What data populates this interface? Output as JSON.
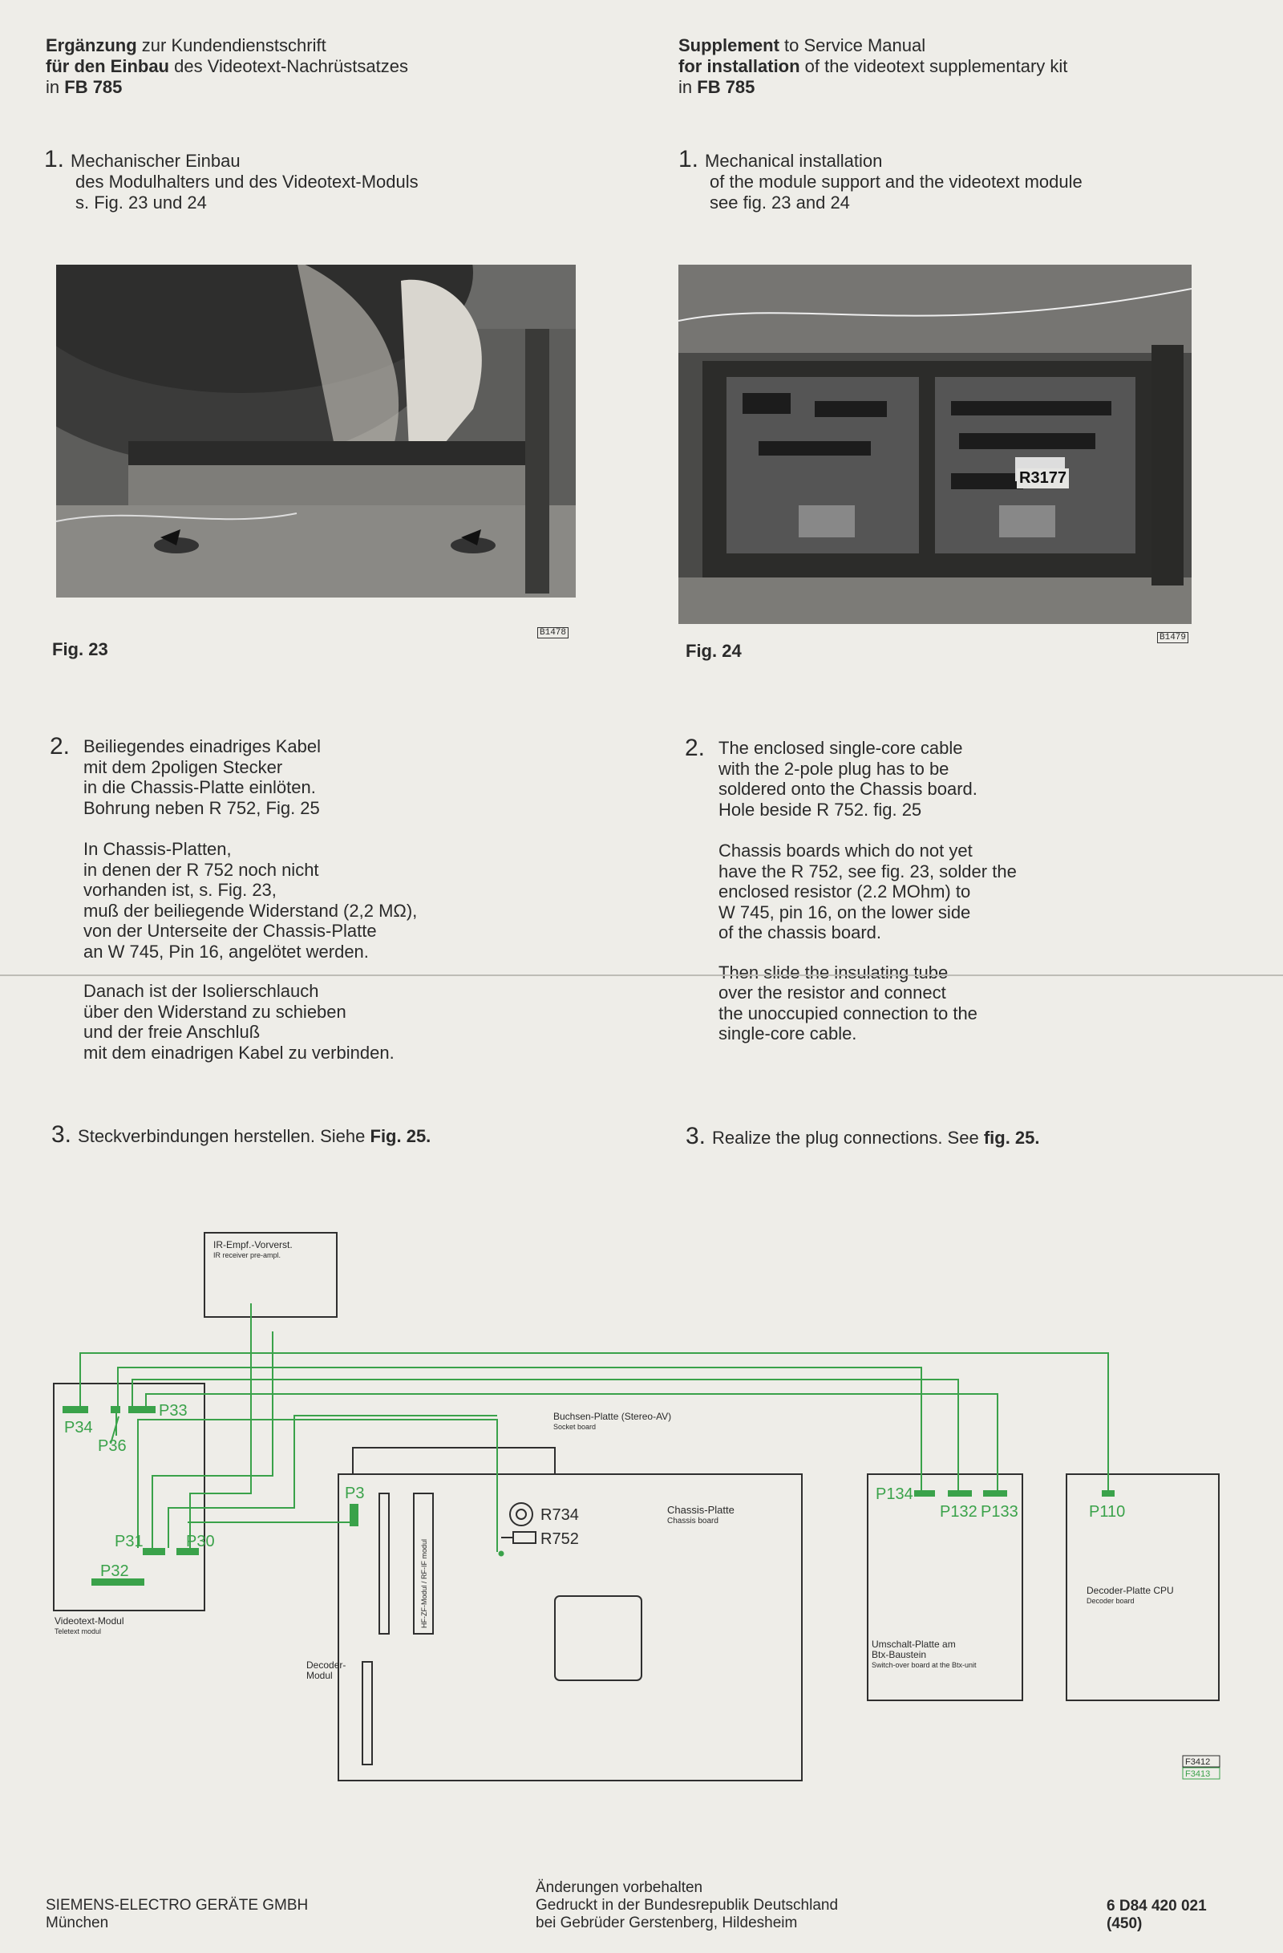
{
  "header_de": {
    "line1_bold": "Ergänzung",
    "line1_rest": " zur Kundendienstschrift",
    "line2_bold": "für den Einbau",
    "line2_rest": " des Videotext-Nachrüstsatzes",
    "line3_pre": "in ",
    "line3_bold": "FB 785"
  },
  "header_en": {
    "line1_bold": "Supplement",
    "line1_rest": " to Service Manual",
    "line2_bold": "for installation",
    "line2_rest": " of the videotext supplementary kit",
    "line3_pre": "in ",
    "line3_bold": "FB 785"
  },
  "section1_de": {
    "num": "1.",
    "line1": "Mechanischer Einbau",
    "line2": "des Modulhalters und des Videotext-Moduls",
    "line3": "s. Fig. 23 und 24"
  },
  "section1_en": {
    "num": "1.",
    "line1": "Mechanical installation",
    "line2": "of the module support and the videotext module",
    "line3": "see fig. 23 and 24"
  },
  "fig23": {
    "caption": "Fig. 23",
    "code": "B1478"
  },
  "fig24": {
    "caption": "Fig. 24",
    "code": "B1479",
    "label": "R3177"
  },
  "section2_de": {
    "num": "2.",
    "p1": [
      "Beiliegendes einadriges Kabel",
      "mit dem 2poligen Stecker",
      "in die Chassis-Platte einlöten.",
      "Bohrung neben R 752, Fig. 25"
    ],
    "p2": [
      "In Chassis-Platten,",
      "in denen der R 752 noch nicht",
      "vorhanden ist, s. Fig. 23,",
      "muß der beiliegende Widerstand (2,2 MΩ),",
      "von der Unterseite der Chassis-Platte",
      "an W 745, Pin 16, angelötet werden."
    ],
    "p3": [
      "Danach ist der Isolierschlauch",
      "über den Widerstand zu schieben",
      "und der freie Anschluß",
      "mit dem einadrigen Kabel zu verbinden."
    ]
  },
  "section2_en": {
    "num": "2.",
    "p1": [
      "The enclosed single-core cable",
      "with the 2-pole plug has to be",
      "soldered onto the Chassis board.",
      "Hole beside R 752. fig. 25"
    ],
    "p2": [
      "Chassis boards which do not yet",
      "have the R 752, see fig. 23, solder the",
      "enclosed resistor (2.2 MOhm) to",
      "W 745, pin 16, on the lower side",
      "of the chassis board."
    ],
    "p3": [
      "Then slide the insulating tube",
      "over the resistor and connect",
      "the unoccupied connection to the",
      "single-core cable."
    ]
  },
  "section3_de": {
    "num": "3.",
    "text": "Steckverbindungen herstellen. Siehe ",
    "bold": "Fig. 25."
  },
  "section3_en": {
    "num": "3.",
    "text": "Realize the plug connections. See ",
    "bold": "fig. 25."
  },
  "diagram": {
    "ir_box": {
      "line1": "IR-Empf.-Vorverst.",
      "line2": "IR receiver pre-ampl."
    },
    "videotext": {
      "line1": "Videotext-Modul",
      "line2": "Teletext modul"
    },
    "buchsen": {
      "line1": "Buchsen-Platte (Stereo-AV)",
      "line2": "Socket board"
    },
    "chassis": {
      "line1": "Chassis-Platte",
      "line2": "Chassis board"
    },
    "hf_module": "HF-ZF-Modul / RF-IF modul",
    "decoder_modul": {
      "line1": "Decoder-",
      "line2": "Modul"
    },
    "umschalt": {
      "line1": "Umschalt-Platte am",
      "line2": "Btx-Baustein",
      "line3": "Switch-over board at the Btx-unit"
    },
    "decoder_cpu": {
      "line1": "Decoder-Platte CPU",
      "line2": "Decoder board"
    },
    "connectors": {
      "p34": "P34",
      "p36": "P36",
      "p33": "P33",
      "p31": "P31",
      "p30": "P30",
      "p32": "P32",
      "p3": "P3",
      "r734": "R734",
      "r752": "R752",
      "p134": "P134",
      "p132": "P132",
      "p133": "P133",
      "p110": "P110"
    },
    "codes": [
      "F3412",
      "F3413"
    ],
    "wire_color": "#3aa24a"
  },
  "footer": {
    "company": "SIEMENS-ELECTRO GERÄTE GMBH",
    "city": "München",
    "notice1": "Änderungen vorbehalten",
    "notice2": "Gedruckt in der Bundesrepublik Deutschland",
    "notice3": "bei Gebrüder Gerstenberg, Hildesheim",
    "doc_no": "6 D84 420 021",
    "edition": "(450)"
  }
}
